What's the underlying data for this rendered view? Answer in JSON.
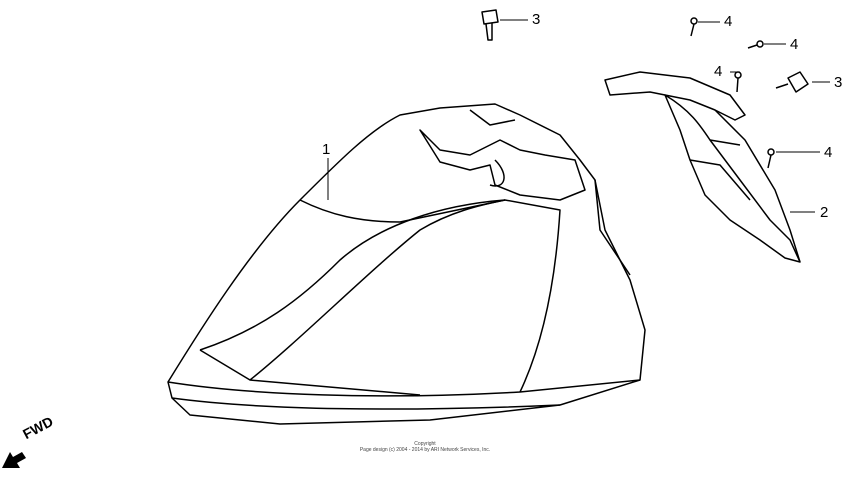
{
  "callouts": [
    {
      "id": "c1",
      "label": "1"
    },
    {
      "id": "c2",
      "label": "2"
    },
    {
      "id": "c3a",
      "label": "3"
    },
    {
      "id": "c3b",
      "label": "3"
    },
    {
      "id": "c4a",
      "label": "4"
    },
    {
      "id": "c4b",
      "label": "4"
    },
    {
      "id": "c4c",
      "label": "4"
    },
    {
      "id": "c4d",
      "label": "4"
    }
  ],
  "direction_label": "FWD",
  "copyright": {
    "line1": "Copyright",
    "line2": "Page design (c) 2004 - 2014 by ARI Network Services, Inc."
  }
}
